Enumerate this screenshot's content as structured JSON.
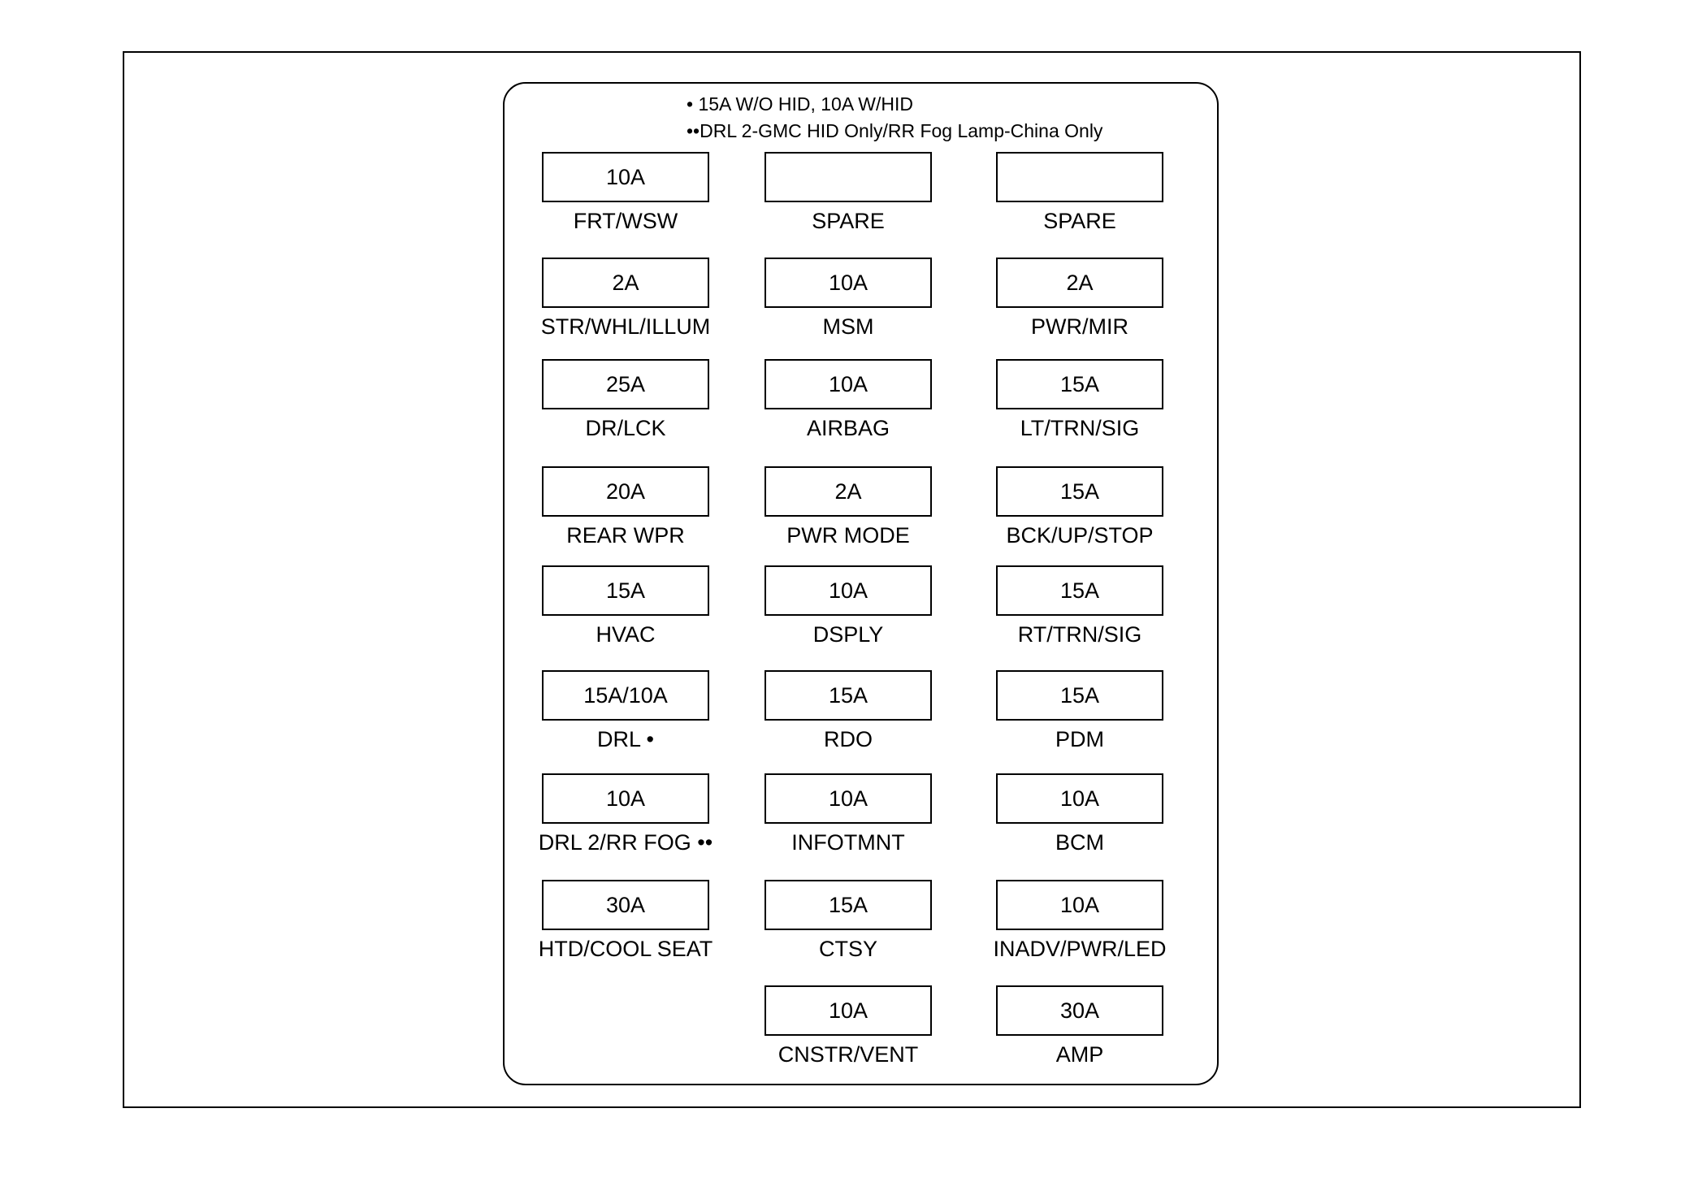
{
  "notes": [
    "• 15A W/O HID, 10A W/HID",
    "••DRL 2-GMC HID Only/RR Fog Lamp-China Only"
  ],
  "columns": [
    {
      "fuses": [
        {
          "rating": "10A",
          "label": "FRT/WSW"
        },
        {
          "rating": "2A",
          "label": "STR/WHL/ILLUM"
        },
        {
          "rating": "25A",
          "label": "DR/LCK"
        },
        {
          "rating": "20A",
          "label": "REAR WPR"
        },
        {
          "rating": "15A",
          "label": "HVAC"
        },
        {
          "rating": "15A/10A",
          "label": "DRL •"
        },
        {
          "rating": "10A",
          "label": "DRL 2/RR FOG ••"
        },
        {
          "rating": "30A",
          "label": "HTD/COOL SEAT"
        }
      ]
    },
    {
      "fuses": [
        {
          "rating": "",
          "label": "SPARE"
        },
        {
          "rating": "10A",
          "label": "MSM"
        },
        {
          "rating": "10A",
          "label": "AIRBAG"
        },
        {
          "rating": "2A",
          "label": "PWR MODE"
        },
        {
          "rating": "10A",
          "label": "DSPLY"
        },
        {
          "rating": "15A",
          "label": "RDO"
        },
        {
          "rating": "10A",
          "label": "INFOTMNT"
        },
        {
          "rating": "15A",
          "label": "CTSY"
        },
        {
          "rating": "10A",
          "label": "CNSTR/VENT"
        }
      ]
    },
    {
      "fuses": [
        {
          "rating": "",
          "label": "SPARE"
        },
        {
          "rating": "2A",
          "label": "PWR/MIR"
        },
        {
          "rating": "15A",
          "label": "LT/TRN/SIG"
        },
        {
          "rating": "15A",
          "label": "BCK/UP/STOP"
        },
        {
          "rating": "15A",
          "label": "RT/TRN/SIG"
        },
        {
          "rating": "15A",
          "label": "PDM"
        },
        {
          "rating": "10A",
          "label": "BCM"
        },
        {
          "rating": "10A",
          "label": "INADV/PWR/LED"
        },
        {
          "rating": "30A",
          "label": "AMP"
        }
      ]
    }
  ]
}
